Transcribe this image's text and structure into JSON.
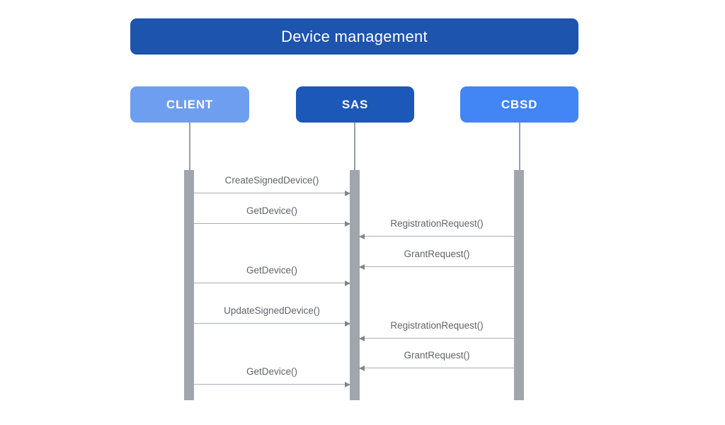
{
  "diagram": {
    "type": "sequence-diagram",
    "title": "Device management"
  },
  "actors": [
    {
      "id": "client",
      "label": "CLIENT",
      "color": "#6D9EF0"
    },
    {
      "id": "sas",
      "label": "SAS",
      "color": "#1B58B8"
    },
    {
      "id": "cbsd",
      "label": "CBSD",
      "color": "#4285F4"
    }
  ],
  "messages": [
    {
      "label": "CreateSignedDevice()",
      "from": "CLIENT",
      "to": "SAS",
      "direction": "right"
    },
    {
      "label": "GetDevice()",
      "from": "CLIENT",
      "to": "SAS",
      "direction": "right"
    },
    {
      "label": "RegistrationRequest()",
      "from": "CBSD",
      "to": "SAS",
      "direction": "left"
    },
    {
      "label": "GrantRequest()",
      "from": "CBSD",
      "to": "SAS",
      "direction": "left"
    },
    {
      "label": "GetDevice()",
      "from": "CLIENT",
      "to": "SAS",
      "direction": "right"
    },
    {
      "label": "UpdateSignedDevice()",
      "from": "CLIENT",
      "to": "SAS",
      "direction": "right"
    },
    {
      "label": "RegistrationRequest()",
      "from": "CBSD",
      "to": "SAS",
      "direction": "left"
    },
    {
      "label": "GrantRequest()",
      "from": "CBSD",
      "to": "SAS",
      "direction": "left"
    },
    {
      "label": "GetDevice()",
      "from": "CLIENT",
      "to": "SAS",
      "direction": "right"
    }
  ],
  "colors": {
    "background": "#FFFFFF",
    "title-bg": "#1D54AE",
    "client-bg": "#6D9EF0",
    "sas-bg": "#1B58B8",
    "cbsd-bg": "#4285F4",
    "text-on-blue": "#FFFFFF",
    "message-text": "#5F6368",
    "arrow-line": "#A9AEB4",
    "arrow-head": "#80868B",
    "activation-bar": "#A1A6AC",
    "lifeline": "#9AA0A6"
  }
}
